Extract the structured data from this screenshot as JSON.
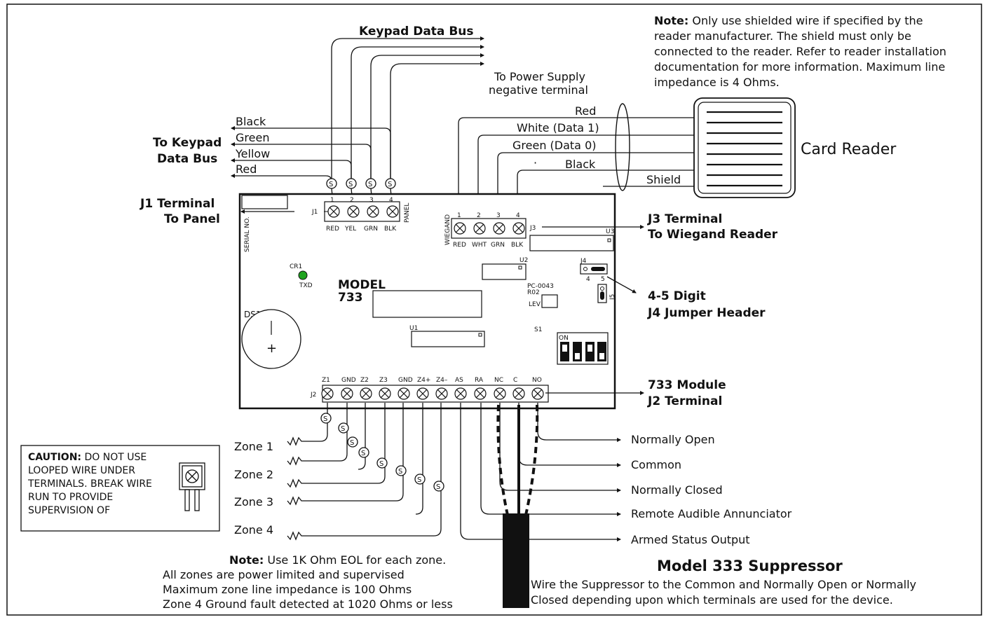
{
  "keypad_bus": {
    "title": "Keypad Data Bus",
    "ps_line1": "To Power Supply",
    "ps_line2": "negative terminal"
  },
  "shield_note": {
    "title": "Note:",
    "line1": " Only use shielded wire if specified by the",
    "line2": "reader manufacturer.  The shield must only be",
    "line3": "connected to the reader.  Refer to reader installation",
    "line4": "documentation for more information.  Maximum line",
    "line5": "impedance is 4 Ohms."
  },
  "keypad_wires": {
    "title1": "To Keypad",
    "title2": "Data Bus",
    "black": "Black",
    "green": "Green",
    "yellow": "Yellow",
    "red": "Red"
  },
  "reader_wires": {
    "red": "Red",
    "white": "White (Data 1)",
    "green": "Green (Data 0)",
    "black": "Black",
    "shield": "Shield",
    "card_reader": "Card Reader"
  },
  "terminal_callouts": {
    "j1_1": "J1 Terminal",
    "j1_2": "To Panel",
    "j3_1": "J3 Terminal",
    "j3_2": "To Wiegand Reader",
    "j4_1": "4-5 Digit",
    "j4_2": "J4 Jumper Header",
    "j2_1": "733 Module",
    "j2_2": "J2 Terminal"
  },
  "board": {
    "model1": "MODEL",
    "model2": "733",
    "serial": "SERIAL NO.",
    "j1": "J1",
    "j2": "J2",
    "j3": "J3",
    "j4": "J4",
    "j5": "J5",
    "u1": "U1",
    "u2": "U2",
    "u3": "U3",
    "s1": "S1",
    "on": "ON",
    "ds1": "DS1",
    "cr1": "CR1",
    "txd": "TXD",
    "pc1": "PC-0043",
    "pc2": "R02",
    "lev": "LEV",
    "panel": "PANEL",
    "wiegand": "WIEGAND",
    "plus": "+",
    "j1_nums": [
      "1",
      "2",
      "3",
      "4"
    ],
    "j1_names": [
      "RED",
      "YEL",
      "GRN",
      "BLK"
    ],
    "j3_nums": [
      "1",
      "2",
      "3",
      "4"
    ],
    "j3_names": [
      "RED",
      "WHT",
      "GRN",
      "BLK"
    ],
    "j4_pins": [
      "4",
      "5"
    ],
    "j2_names": [
      "Z1",
      "GND",
      "Z2",
      "Z3",
      "GND",
      "Z4+",
      "Z4–",
      "AS",
      "RA",
      "NC",
      "C",
      "NO"
    ]
  },
  "zones": [
    "Zone 1",
    "Zone 2",
    "Zone 3",
    "Zone 4"
  ],
  "outputs": [
    "Normally Open",
    "Common",
    "Normally Closed",
    "Remote Audible Annunciator",
    "Armed Status Output"
  ],
  "caution": {
    "title": "CAUTION:",
    "line1": " DO NOT USE",
    "line2": "LOOPED WIRE UNDER",
    "line3": "TERMINALS. BREAK WIRE",
    "line4": "RUN TO PROVIDE",
    "line5": "SUPERVISION OF"
  },
  "zone_note": {
    "title": "Note:",
    "line1": " Use 1K Ohm EOL for each zone.",
    "line2": "All zones are power limited and supervised",
    "line3": "Maximum zone line impedance is 100 Ohms",
    "line4": "Zone 4 Ground fault detected at 1020 Ohms or less"
  },
  "suppressor": {
    "title": "Model 333 Suppressor",
    "line1": "Wire the Suppressor to the Common and Normally Open or Normally",
    "line2": "Closed depending upon which terminals are used for the device."
  },
  "marks": {
    "s": "S",
    "dot": "·"
  }
}
